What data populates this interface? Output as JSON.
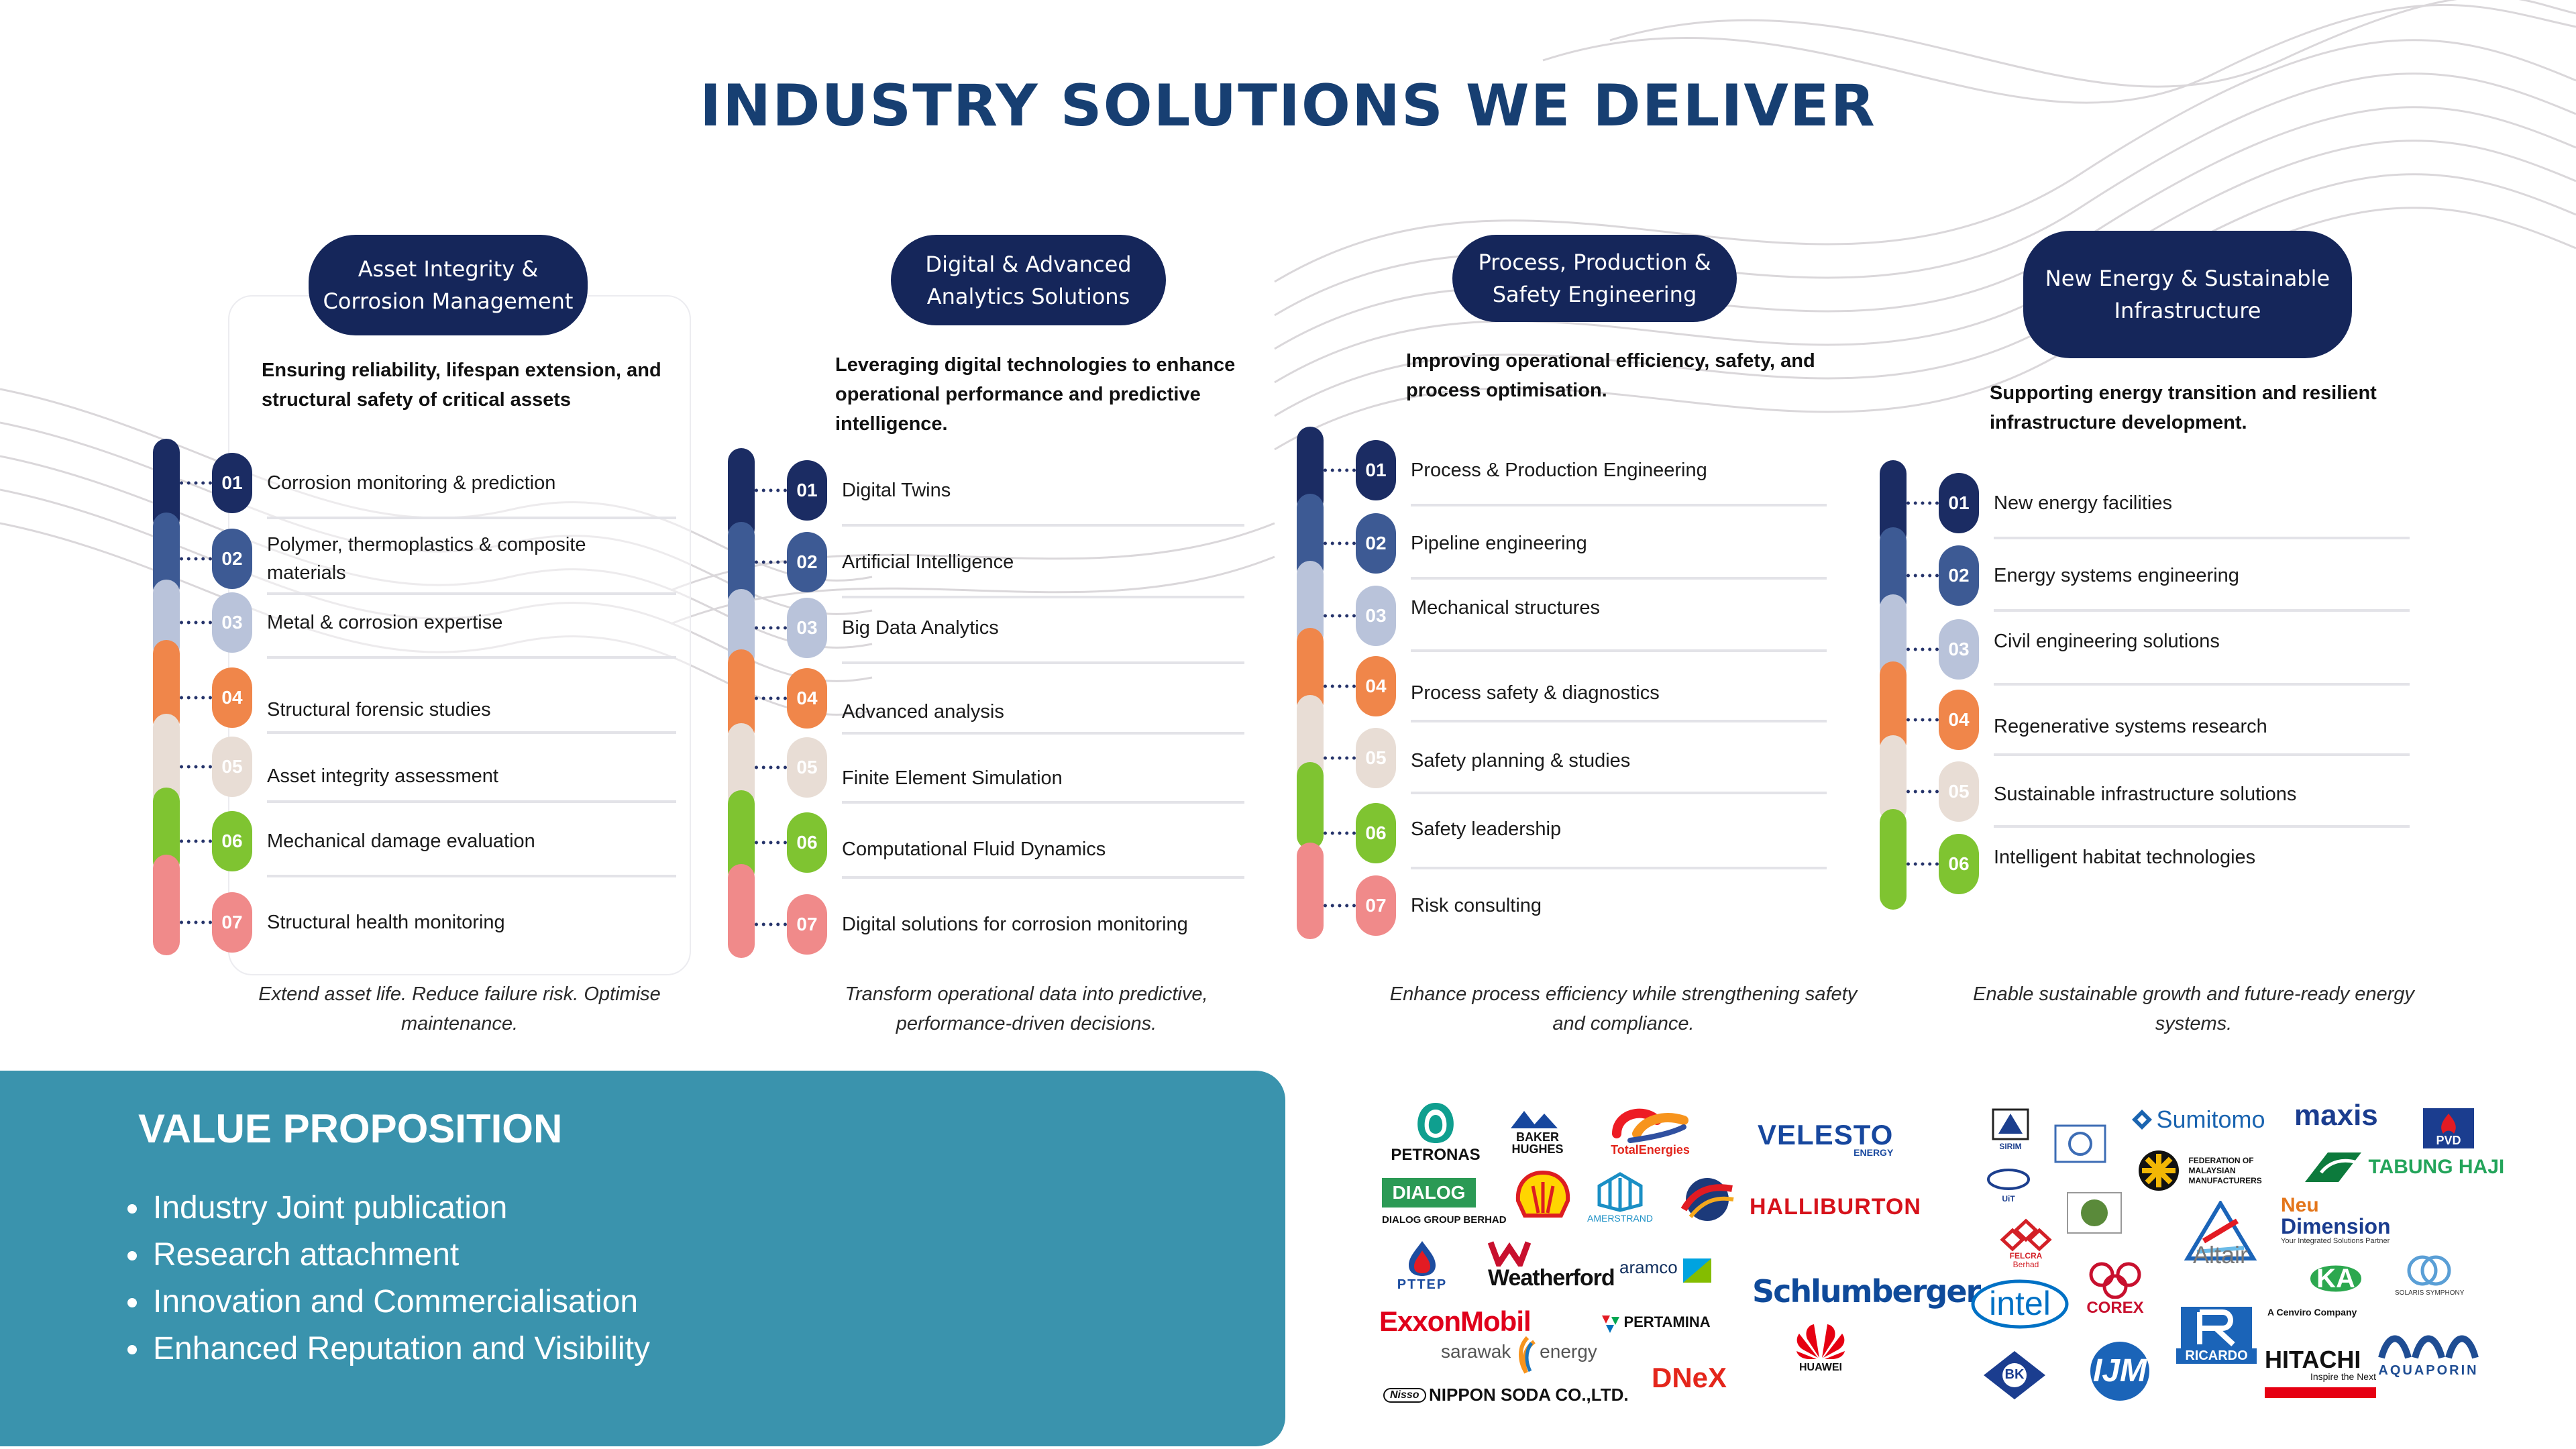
{
  "title": "INDUSTRY SOLUTIONS WE DELIVER",
  "columns": [
    {
      "heading_lines": [
        "Asset Integrity &",
        "Corrosion Management"
      ],
      "subtitle": "Ensuring reliability, lifespan extension, and structural safety of critical assets",
      "items": [
        {
          "num": "01",
          "label": "Corrosion monitoring & prediction"
        },
        {
          "num": "02",
          "label": "Polymer, thermoplastics & composite materials"
        },
        {
          "num": "03",
          "label": "Metal & corrosion expertise"
        },
        {
          "num": "04",
          "label": "Structural forensic studies"
        },
        {
          "num": "05",
          "label": "Asset integrity assessment"
        },
        {
          "num": "06",
          "label": "Mechanical damage evaluation"
        },
        {
          "num": "07",
          "label": "Structural health monitoring"
        }
      ],
      "footer": "Extend asset life. Reduce failure risk. Optimise maintenance."
    },
    {
      "heading_lines": [
        "Digital & Advanced",
        "Analytics Solutions"
      ],
      "subtitle": "Leveraging digital technologies to enhance operational performance and predictive intelligence.",
      "items": [
        {
          "num": "01",
          "label": "Digital Twins"
        },
        {
          "num": "02",
          "label": "Artificial Intelligence"
        },
        {
          "num": "03",
          "label": "Big Data Analytics"
        },
        {
          "num": "04",
          "label": "Advanced analysis"
        },
        {
          "num": "05",
          "label": "Finite Element Simulation"
        },
        {
          "num": "06",
          "label": "Computational Fluid Dynamics"
        },
        {
          "num": "07",
          "label": "Digital solutions for corrosion monitoring"
        }
      ],
      "footer": "Transform operational data into predictive, performance-driven decisions."
    },
    {
      "heading_lines": [
        "Process, Production &",
        "Safety Engineering"
      ],
      "subtitle": "Improving operational efficiency, safety, and process optimisation.",
      "items": [
        {
          "num": "01",
          "label": "Process & Production Engineering"
        },
        {
          "num": "02",
          "label": "Pipeline engineering"
        },
        {
          "num": "03",
          "label": "Mechanical structures"
        },
        {
          "num": "04",
          "label": "Process safety & diagnostics"
        },
        {
          "num": "05",
          "label": "Safety planning & studies"
        },
        {
          "num": "06",
          "label": "Safety leadership"
        },
        {
          "num": "07",
          "label": "Risk consulting"
        }
      ],
      "footer": "Enhance process efficiency while strengthening safety and compliance."
    },
    {
      "heading_lines": [
        "New Energy & Sustainable",
        "Infrastructure"
      ],
      "subtitle": "Supporting energy transition and resilient infrastructure development.",
      "items": [
        {
          "num": "01",
          "label": "New energy facilities"
        },
        {
          "num": "02",
          "label": "Energy systems engineering"
        },
        {
          "num": "03",
          "label": "Civil engineering solutions"
        },
        {
          "num": "04",
          "label": "Regenerative systems research"
        },
        {
          "num": "05",
          "label": "Sustainable infrastructure solutions"
        },
        {
          "num": "06",
          "label": "Intelligent habitat technologies"
        }
      ],
      "footer": "Enable sustainable growth and future-ready energy systems."
    }
  ],
  "value_proposition": {
    "title": "VALUE PROPOSITION",
    "items": [
      "Industry Joint publication",
      "Research attachment",
      "Innovation and Commercialisation",
      "Enhanced Reputation and Visibility"
    ]
  },
  "colors": {
    "navy": "#15265a",
    "title_blue": "#173f72",
    "step1": "#1b2c63",
    "step2": "#3d5a94",
    "step3": "#b9c3da",
    "step4": "#f0864a",
    "step5": "#e8ddd5",
    "step6": "#7fc431",
    "step7": "#f08a8a",
    "panel": "#3a93ad"
  },
  "logos": {
    "petronas": "PETRONAS",
    "baker_hughes": [
      "BAKER",
      "HUGHES"
    ],
    "totalenergies": "TotalEnergies",
    "velesto": "VELESTO",
    "velesto_sub": "ENERGY",
    "dialog": "DIALOG",
    "dialog_sub": "DIALOG GROUP BERHAD",
    "amerstrand": "AMERSTRAND",
    "halliburton": "HALLIBURTON",
    "pttep": "PTTEP",
    "weatherford": "Weatherford",
    "aramco": "aramco",
    "schlumberger": "Schlumberger",
    "exxonmobil": "ExxonMobil",
    "pertamina": "PERTAMINA",
    "sarawak": "sarawak",
    "sarawak_sub": "energy",
    "huawei": "HUAWEI",
    "nisso": "Nisso",
    "nippon_soda": "NIPPON SODA CO.,LTD.",
    "dnex": "DNeX",
    "sirim": "SIRIM",
    "sumitomo": "Sumitomo",
    "maxis": "maxis",
    "pvd": "PVD",
    "fmm": [
      "FEDERATION OF",
      "MALAYSIAN",
      "MANUFACTURERS"
    ],
    "tabung_haji": "TABUNG HAJI",
    "uit": "UiT",
    "felcra": "FELCRA",
    "felcra_sub": "Berhad",
    "altair": "Altair",
    "neu": "Neu",
    "dimension": "Dimension",
    "dimension_sub": "Your Integrated Solutions Partner",
    "intel": "intel",
    "corex": "COREX",
    "ka": "KA",
    "solaris": "SOLARIS SYMPHONY",
    "ricardo": "RICARDO",
    "cenviro": "A Cenviro Company",
    "bk": "BK",
    "ijm": "IJM",
    "hitachi": "HITACHI",
    "hitachi_sub": "Inspire the Next",
    "aquaporin": "AQUAPORIN"
  }
}
